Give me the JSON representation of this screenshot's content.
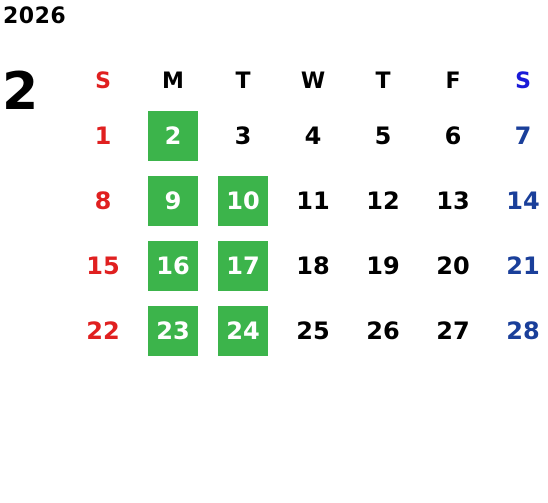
{
  "year": "2026",
  "month": "2",
  "weekdays": [
    "S",
    "M",
    "T",
    "W",
    "T",
    "F",
    "S"
  ],
  "weeks": [
    [
      "1",
      "2",
      "3",
      "4",
      "5",
      "6",
      "7"
    ],
    [
      "8",
      "9",
      "10",
      "11",
      "12",
      "13",
      "14"
    ],
    [
      "15",
      "16",
      "17",
      "18",
      "19",
      "20",
      "21"
    ],
    [
      "22",
      "23",
      "24",
      "25",
      "26",
      "27",
      "28"
    ]
  ],
  "highlighted_days": [
    "2",
    "9",
    "10",
    "16",
    "17",
    "23",
    "24"
  ],
  "colors": {
    "sunday": "#e02020",
    "saturday": "#1a3f9a",
    "saturday_header": "#1a1ad8",
    "highlight": "#3cb44b"
  }
}
